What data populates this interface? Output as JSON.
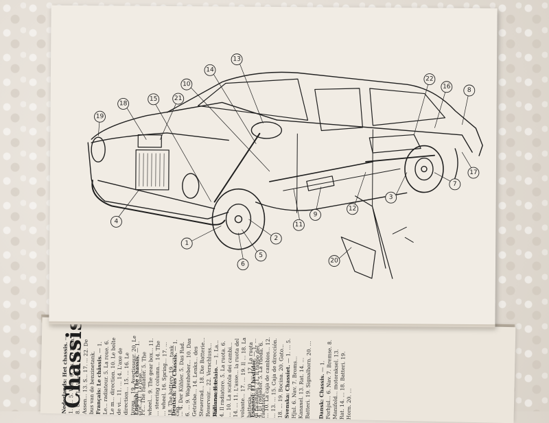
{
  "diagram": {
    "callouts": [
      {
        "id": "c1",
        "label": "1"
      },
      {
        "id": "c2",
        "label": "2"
      },
      {
        "id": "c3",
        "label": "3"
      },
      {
        "id": "c4",
        "label": "4"
      },
      {
        "id": "c5",
        "label": "5"
      },
      {
        "id": "c6",
        "label": "6"
      },
      {
        "id": "c7",
        "label": "7"
      },
      {
        "id": "c8",
        "label": "8"
      },
      {
        "id": "c9",
        "label": "9"
      },
      {
        "id": "c10",
        "label": "10"
      },
      {
        "id": "c11",
        "label": "11"
      },
      {
        "id": "c12",
        "label": "12"
      },
      {
        "id": "c13",
        "label": "13"
      },
      {
        "id": "c14",
        "label": "14"
      },
      {
        "id": "c15",
        "label": "15"
      },
      {
        "id": "c16",
        "label": "16"
      },
      {
        "id": "c17",
        "label": "17"
      },
      {
        "id": "c18",
        "label": "18"
      },
      {
        "id": "c19",
        "label": "19"
      },
      {
        "id": "c20",
        "label": "20"
      },
      {
        "id": "c21",
        "label": "21"
      },
      {
        "id": "c22",
        "label": "22"
      }
    ]
  },
  "lower_page": {
    "title": "Chassis",
    "columns": [
      {
        "heading": "Nederlands: Het chassis.",
        "text": "— 1. V... 5. Wiel. 6. As... 7. Rem... 8. U... 11. Veerblad... 12. Assen... 13. S... 17. ... 22. De bus van de benzinetank."
      },
      {
        "heading": "Français: Le châssis.",
        "text": "— 1. Le... radiateur. 5. La roue. 6. Le m... direction. 10. Le boîte de vi... 11. ... 14. L'axe de direction... 15. ... 16. Le tuyau... 19. Avertisseur. 20. Le cric. 21. Le rése..."
      },
      {
        "heading": "English: The chassis.",
        "text": "— 1. Fr... The radiator. 5. The wheel... 9. The gear box... 11. ... steering column... 14. The ... wheel. 16. Spring... 17. ... 18. The battery. 19. ... tank cap."
      },
      {
        "heading": "Deutsch: Das Chassis.",
        "text": "— 1. ... 4. Der Kühler. 5. Das Rad. 6. ... 9. Wagenheber... 10. Das Getriebe... 14. Lenks... des Steuerrad... 18. Die Batterie... Reservoir... 22. Verschluss... Kühlerwasser."
      },
      {
        "heading": "Italiano: Il telaio.",
        "text": "— 1. La... 4. Il radiatore. 5. La ruota. 6. ... 10. La scatola dei cambi... 14. ... 11. L'asse... la ruota del volante... 17. ... 19. Il ... 18. La batteria... 20. ... 17. La ruota di ricambio. 21. Il tappo del radiatore."
      },
      {
        "heading": "Español: El bastidor.",
        "text": "— 1. ... 4. El radiador. 5. La rueda. 6. ... 10. La caja de cambios... 12. ... 13. ... 15. Caja de dirección. 18. ... 19. Bocina. 20. Gato..."
      },
      {
        "heading": "Svenska: Chassiet.",
        "text": "— 1. ... 5. Hjul. 6. Nav. 7. Broms... Kanaxel. 13. Rat. 14. ... Batteri. 19. Signalhorn. 20. ..."
      },
      {
        "heading": "Dansk: Chassis.",
        "text": "— 1. Forhjul... 6. Nav. 7. Bremse. 8. Manifold... motoraksel. 13. Rat. 14. ... 18. Batteri. 19. Horn. 20. ..."
      }
    ]
  }
}
